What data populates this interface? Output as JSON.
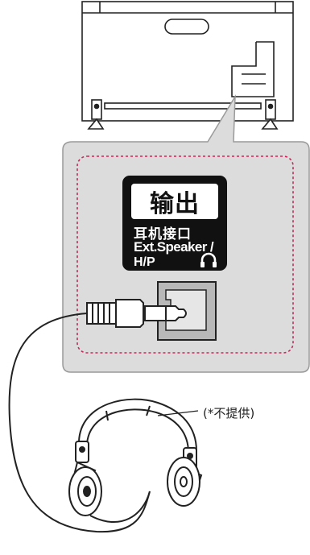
{
  "port_label": {
    "title": "输出",
    "line1": "耳机接口",
    "line2": "Ext.Speaker /",
    "line3": "H/P",
    "icon": "headphone-icon"
  },
  "note": "(*不提供)",
  "colors": {
    "callout_fill": "#dcdcdc",
    "callout_border": "#9a9a9a",
    "highlight_dash": "#c8285a",
    "line": "#222222",
    "label_bg": "#111111"
  }
}
